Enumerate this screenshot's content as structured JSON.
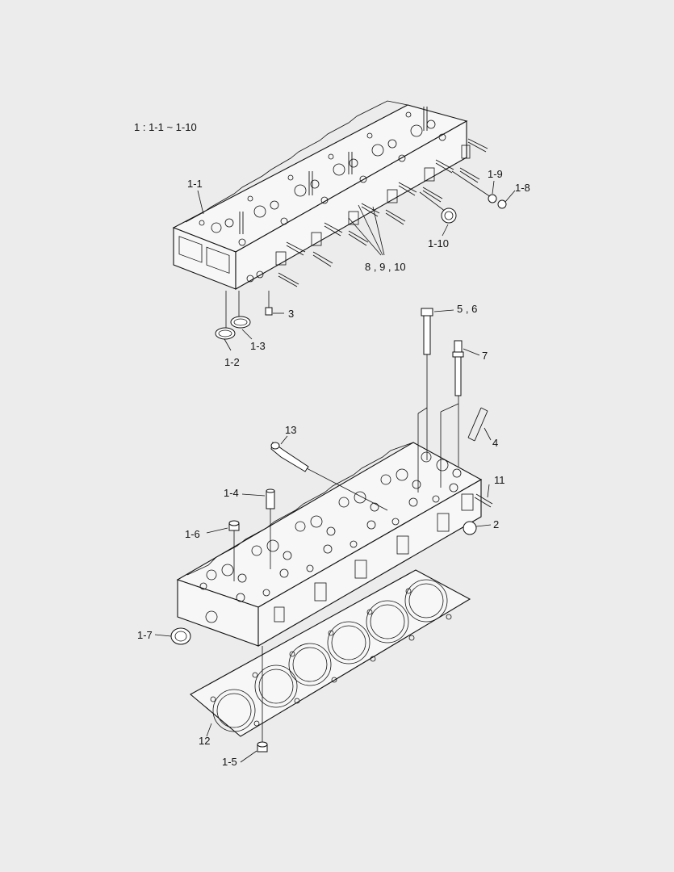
{
  "legend": "1 : 1-1 ~ 1-10",
  "labels": {
    "l_1_1": "1-1",
    "l_1_2": "1-2",
    "l_1_3": "1-3",
    "l_3": "3",
    "l_1_9": "1-9",
    "l_1_8": "1-8",
    "l_1_10": "1-10",
    "l_8_9_10": "8 , 9 , 10",
    "l_5_6": "5 , 6",
    "l_7": "7",
    "l_4": "4",
    "l_13": "13",
    "l_11": "11",
    "l_1_4": "1-4",
    "l_2": "2",
    "l_1_6": "1-6",
    "l_1_7": "1-7",
    "l_12": "12",
    "l_1_5": "1-5"
  }
}
